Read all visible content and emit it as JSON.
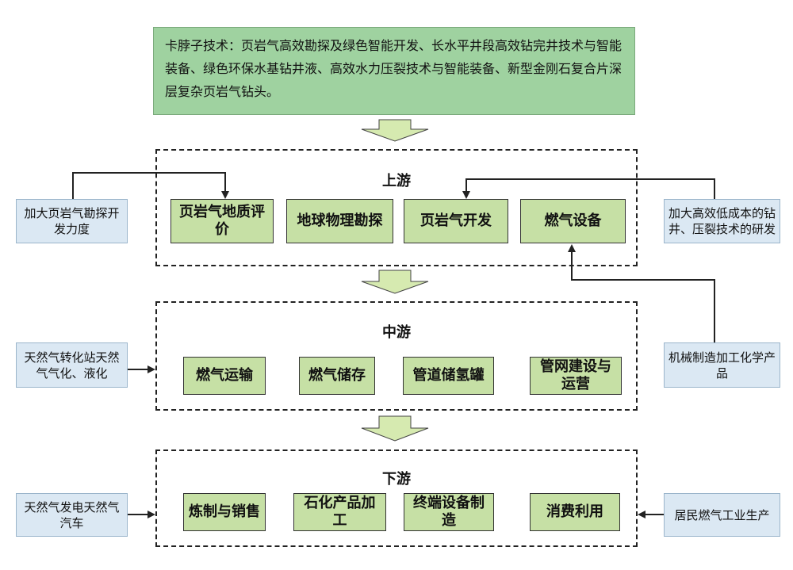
{
  "banner": {
    "text": "卡脖子技术：页岩气高效勘探及绿色智能开发、长水平井段高效钻完井技术与智能装备、绿色环保水基钻井液、高效水力压裂技术与智能装备、新型金刚石复合片深层复杂页岩气钻头。"
  },
  "stages": {
    "upstream": {
      "title": "上游",
      "nodes": [
        "页岩气地质评价",
        "地球物理勘探",
        "页岩气开发",
        "燃气设备"
      ]
    },
    "midstream": {
      "title": "中游",
      "nodes": [
        "燃气运输",
        "燃气储存",
        "管道储氢罐",
        "管网建设与运营"
      ]
    },
    "downstream": {
      "title": "下游",
      "nodes": [
        "炼制与销售",
        "石化产品加工",
        "终端设备制造",
        "消费利用"
      ]
    }
  },
  "side": {
    "up_left": "加大页岩气勘探开发力度",
    "up_right": "加大高效低成本的钻井、压裂技术的研发",
    "mid_left": "天然气转化站天然气气化、液化",
    "mid_right": "机械制造加工化学产品",
    "down_left": "天然气发电天然气汽车",
    "down_right": "居民燃气工业生产"
  },
  "colors": {
    "banner": "#9fd2a0",
    "node": "#c6e0a5",
    "side": "#dbe8f3",
    "arrow_fill": "#d6eab0"
  }
}
